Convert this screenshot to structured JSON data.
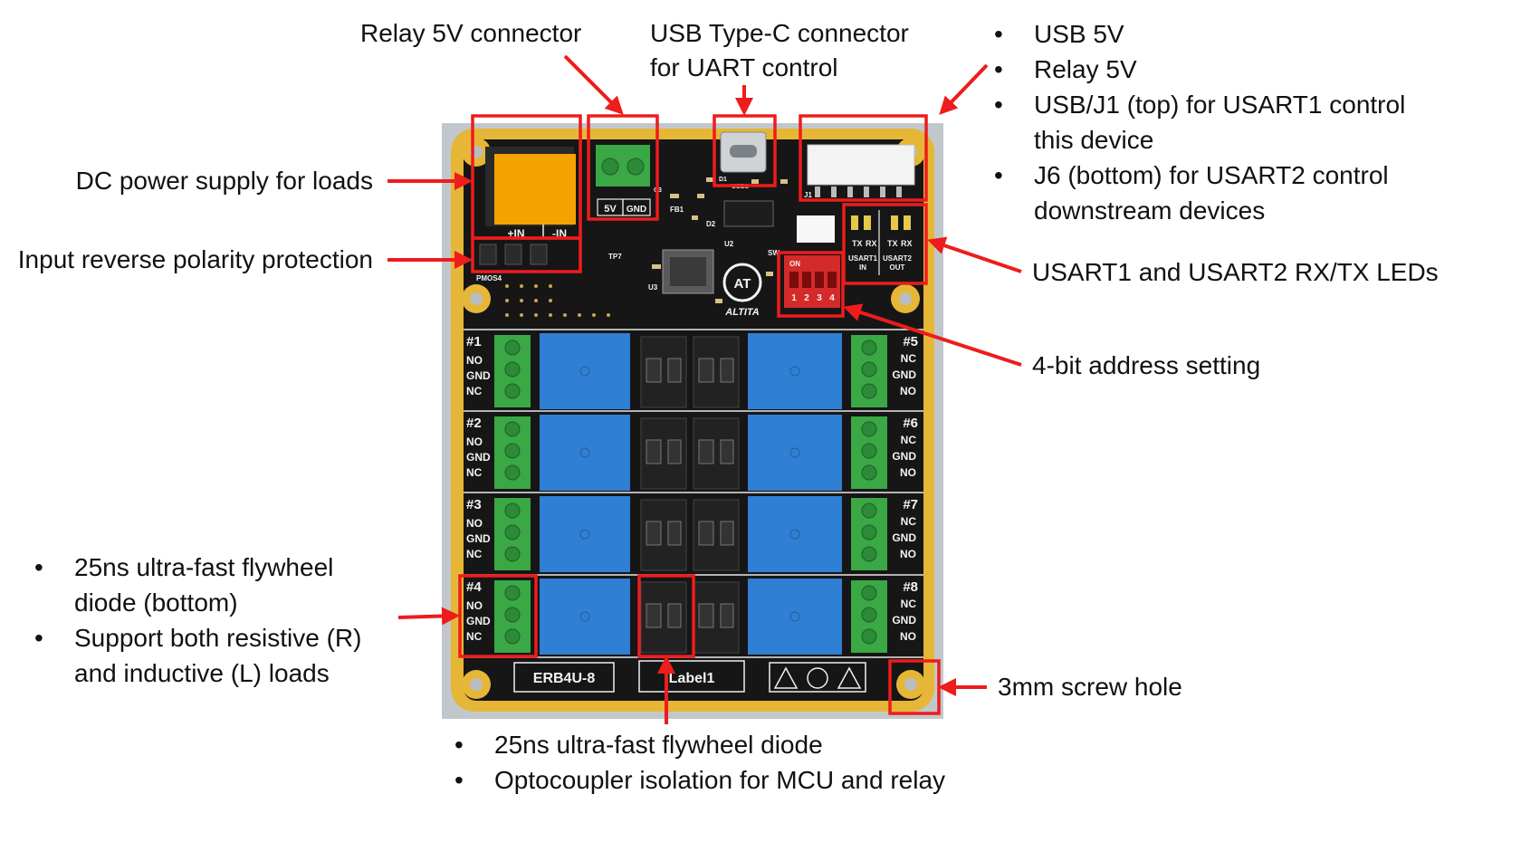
{
  "annotations": {
    "relay_5v_connector": "Relay 5V connector",
    "usb_typec_line1": "USB Type-C connector",
    "usb_typec_line2": "for UART control",
    "right_top_list": [
      "USB 5V",
      "Relay 5V",
      "USB/J1 (top) for USART1 control",
      "this device",
      "J6 (bottom) for USART2 control",
      "downstream devices"
    ],
    "dc_power": "DC power supply for loads",
    "reverse_polarity": "Input reverse polarity protection",
    "usart_leds": "USART1 and USART2 RX/TX LEDs",
    "address_setting": "4-bit address setting",
    "left_bottom_list": [
      "25ns ultra-fast flywheel",
      "diode (bottom)",
      "Support both resistive (R)",
      "and inductive (L) loads"
    ],
    "screw_hole": "3mm screw hole",
    "bottom_list": [
      "25ns ultra-fast flywheel diode",
      "Optocoupler isolation for MCU and relay"
    ]
  },
  "board": {
    "model_label": "ERB4U-8",
    "custom_label": "Label1",
    "brand": "ALTITA",
    "brand_logo": "AT",
    "power_in_plus": "+IN",
    "power_in_minus": "-IN",
    "relay_5v": "5V",
    "relay_gnd": "GND",
    "dip_on": "ON",
    "dip_numbers": [
      "1",
      "2",
      "3",
      "4"
    ],
    "led_tx": "TX",
    "led_rx": "RX",
    "usart1_in": [
      "USART1",
      "IN"
    ],
    "usart2_out": [
      "USART2",
      "OUT"
    ],
    "silk": [
      "FB1",
      "D2",
      "U2",
      "U3",
      "TP7",
      "PMOS4",
      "D1",
      "USB1",
      "J1",
      "SW",
      "C3"
    ],
    "channels_left": [
      {
        "id": "#1",
        "pins": [
          "NO",
          "GND",
          "NC"
        ]
      },
      {
        "id": "#2",
        "pins": [
          "NO",
          "GND",
          "NC"
        ]
      },
      {
        "id": "#3",
        "pins": [
          "NO",
          "GND",
          "NC"
        ]
      },
      {
        "id": "#4",
        "pins": [
          "NO",
          "GND",
          "NC"
        ]
      }
    ],
    "channels_right": [
      {
        "id": "#5",
        "pins": [
          "NC",
          "GND",
          "NO"
        ]
      },
      {
        "id": "#6",
        "pins": [
          "NC",
          "GND",
          "NO"
        ]
      },
      {
        "id": "#7",
        "pins": [
          "NC",
          "GND",
          "NO"
        ]
      },
      {
        "id": "#8",
        "pins": [
          "NC",
          "GND",
          "NO"
        ]
      }
    ]
  },
  "colors": {
    "pcb": "#161616",
    "gold": "#e6b636",
    "frame": "#c2c7cc",
    "relay": "#2f7fd4",
    "terminal": "#3aa845",
    "highlight": "#ee1c1c",
    "orange": "#f5a300",
    "dip": "#d42a2a"
  },
  "icons": [
    "high-voltage-icon",
    "no-water-icon",
    "esd-icon"
  ]
}
